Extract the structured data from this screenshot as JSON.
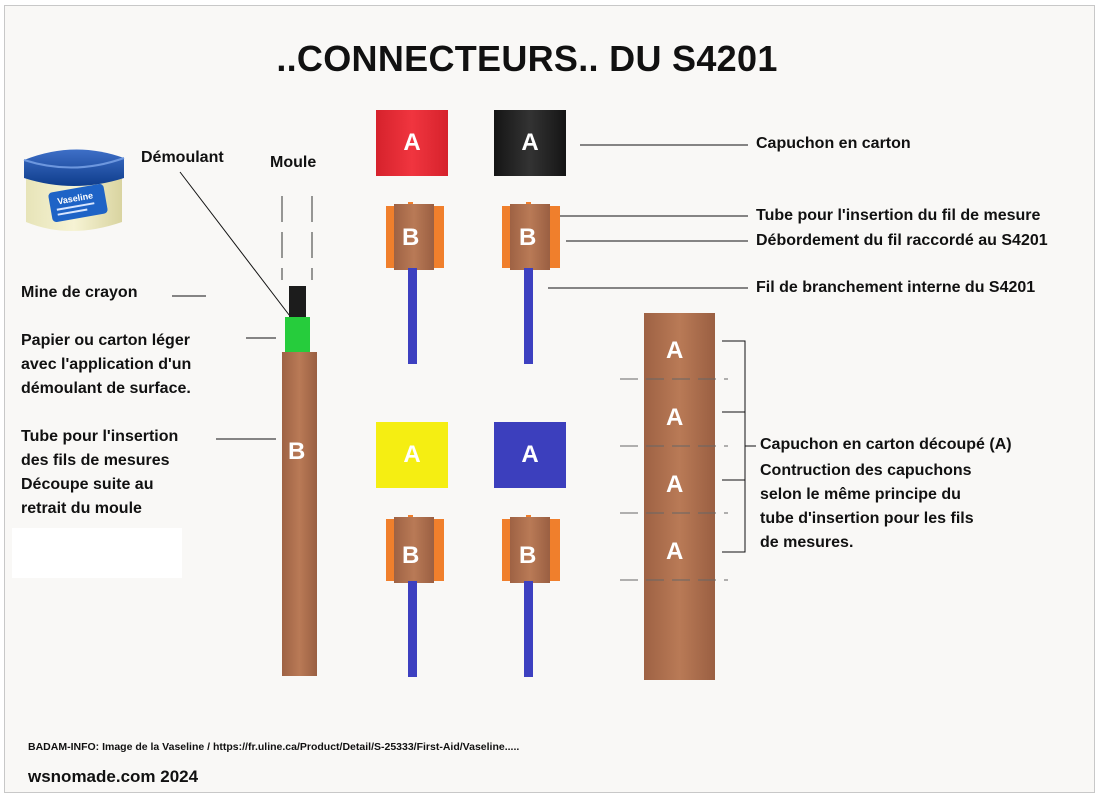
{
  "title": "..CONNECTEURS.. DU S4201",
  "labels": {
    "demoulant": "Démoulant",
    "moule": "Moule",
    "mine": "Mine de crayon",
    "papier_line1": "Papier ou carton léger",
    "papier_line2": "avec l'application d'un",
    "papier_line3": "démoulant de surface.",
    "tube_line1": "Tube pour l'insertion",
    "tube_line2": "des fils de mesures",
    "tube_line3": "Découpe suite au",
    "tube_line4": "retrait du moule",
    "capuchon": "Capuchon en carton",
    "tube_insertion": "Tube pour l'insertion du fil de mesure",
    "debordement": "Débordement du fil raccordé au S4201",
    "fil": "Fil de branchement interne du S4201",
    "decoupe_line1": "Capuchon en carton découpé (A)",
    "decoupe_line2": "Contruction des capuchons",
    "decoupe_line3": "selon le même principe du",
    "decoupe_line4": "tube d'insertion pour les fils",
    "decoupe_line5": "de mesures."
  },
  "vaseline_brand": "Vaseline",
  "caps": [
    {
      "letter": "A",
      "color": "#ec2d38"
    },
    {
      "letter": "A",
      "color": "#252525"
    },
    {
      "letter": "A",
      "color": "#f5ee12"
    },
    {
      "letter": "A",
      "color": "#3c3fbd"
    }
  ],
  "tube_letter": "B",
  "strip_letter": "A",
  "strip_segments": [
    "A",
    "A",
    "A",
    "A"
  ],
  "colors": {
    "tube_brown": "#b0714f",
    "tube_orange": "#f07f2c",
    "wire_blue": "#3d40c0",
    "paper_green": "#26cc3c",
    "lead_black": "#1c1c1c"
  },
  "credit": "BADAM-INFO: Image de la Vaseline / https://fr.uline.ca/Product/Detail/S-25333/First-Aid/Vaseline.....",
  "footer": "wsnomade.com 2024"
}
